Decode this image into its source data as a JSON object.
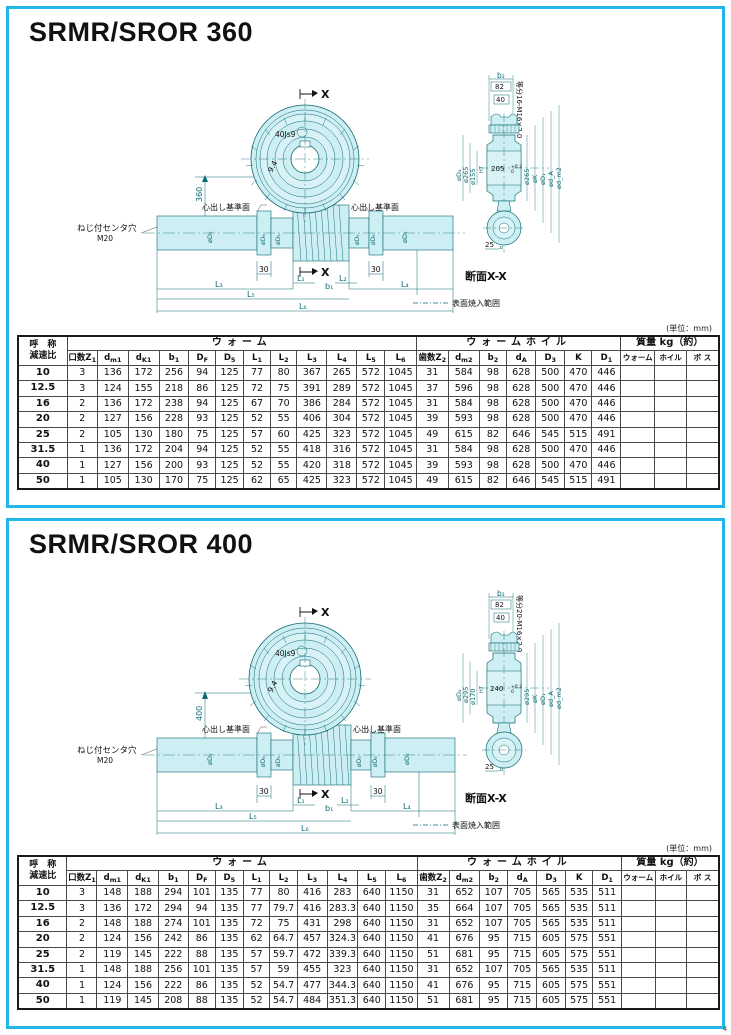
{
  "page": {
    "corner_mark": "4",
    "frame_color": "#23b4e8",
    "drawing_line_color": "#0b6b72",
    "drawing_fill_color": "#cdeef2"
  },
  "panels": [
    {
      "id": "srmr-360",
      "title": "SRMR/SROR 360",
      "unit_note": "(単位：mm)",
      "drawing": {
        "center_height_label": "360",
        "keyway_label": "40Js9",
        "key_depth_label": "9.4",
        "center_hole_note": "ねじ付センタ穴",
        "center_hole_size": "M20",
        "datum_label_left": "心出し基準面",
        "datum_label_right": "心出し基準面",
        "section_mark_top": "X",
        "section_mark_bottom": "X",
        "section_caption": "断面X-X",
        "hardening_note": "表面焼入範囲",
        "bolt_note": "等分16-M16×2.0",
        "dims": {
          "b2": "b₂",
          "b2_value": "82",
          "hub_width": "40",
          "bore_outer": "ø265",
          "bore_inner": "ø155",
          "hub_dia": "ø285",
          "wheel_od": "205",
          "boss_dim": "25",
          "phiD4": "øD₄",
          "phiD2": "øD₂",
          "phiK": "øK",
          "phiD1": "øD₁",
          "phidA": "ød_A",
          "phidm2": "ød_m2"
        },
        "shaft_dims": [
          "L₃",
          "L₁",
          "b₁",
          "L₂",
          "L₄",
          "L₅",
          "L₆",
          "30",
          "30"
        ],
        "shaft_dia_labels": [
          "øD₅",
          "øD₆",
          "øD₅"
        ]
      },
      "table": {
        "group_headers": {
          "name": "呼　称",
          "name2": "減速比",
          "worm": "ウォーム",
          "wheel": "ウォームホイル",
          "mass": "質量 kg（約）"
        },
        "columns_worm": [
          "口数Z₁",
          "d_m1",
          "d_K1",
          "b₁",
          "D_F",
          "D₅",
          "L₁",
          "L₂",
          "L₃",
          "L₄",
          "L₅",
          "L₆"
        ],
        "columns_wheel": [
          "歯数Z₂",
          "d_m2",
          "b₂",
          "d_A",
          "D₃",
          "K",
          "D₁"
        ],
        "columns_mass": [
          "ウォーム",
          "ホイル",
          "ボ ス"
        ],
        "rows": [
          {
            "ratio": "10",
            "worm": [
              "3",
              "136",
              "172",
              "256",
              "94",
              "125",
              "77",
              "80",
              "367",
              "265",
              "572",
              "1045"
            ],
            "wheel": [
              "31",
              "584",
              "98",
              "628",
              "500",
              "470",
              "446"
            ],
            "mass": [
              "",
              "",
              ""
            ]
          },
          {
            "ratio": "12.5",
            "worm": [
              "3",
              "124",
              "155",
              "218",
              "86",
              "125",
              "72",
              "75",
              "391",
              "289",
              "572",
              "1045"
            ],
            "wheel": [
              "37",
              "596",
              "98",
              "628",
              "500",
              "470",
              "446"
            ],
            "mass": [
              "",
              "",
              ""
            ]
          },
          {
            "ratio": "16",
            "worm": [
              "2",
              "136",
              "172",
              "238",
              "94",
              "125",
              "67",
              "70",
              "386",
              "284",
              "572",
              "1045"
            ],
            "wheel": [
              "31",
              "584",
              "98",
              "628",
              "500",
              "470",
              "446"
            ],
            "mass": [
              "",
              "",
              ""
            ]
          },
          {
            "ratio": "20",
            "worm": [
              "2",
              "127",
              "156",
              "228",
              "93",
              "125",
              "52",
              "55",
              "406",
              "304",
              "572",
              "1045"
            ],
            "wheel": [
              "39",
              "593",
              "98",
              "628",
              "500",
              "470",
              "446"
            ],
            "mass": [
              "",
              "",
              ""
            ]
          },
          {
            "ratio": "25",
            "worm": [
              "2",
              "105",
              "130",
              "180",
              "75",
              "125",
              "57",
              "60",
              "425",
              "323",
              "572",
              "1045"
            ],
            "wheel": [
              "49",
              "615",
              "82",
              "646",
              "545",
              "515",
              "491"
            ],
            "mass": [
              "",
              "",
              ""
            ]
          },
          {
            "ratio": "31.5",
            "worm": [
              "1",
              "136",
              "172",
              "204",
              "94",
              "125",
              "52",
              "55",
              "418",
              "316",
              "572",
              "1045"
            ],
            "wheel": [
              "31",
              "584",
              "98",
              "628",
              "500",
              "470",
              "446"
            ],
            "mass": [
              "",
              "",
              ""
            ]
          },
          {
            "ratio": "40",
            "worm": [
              "1",
              "127",
              "156",
              "200",
              "93",
              "125",
              "52",
              "55",
              "420",
              "318",
              "572",
              "1045"
            ],
            "wheel": [
              "39",
              "593",
              "98",
              "628",
              "500",
              "470",
              "446"
            ],
            "mass": [
              "",
              "",
              ""
            ]
          },
          {
            "ratio": "50",
            "worm": [
              "1",
              "105",
              "130",
              "170",
              "75",
              "125",
              "62",
              "65",
              "425",
              "323",
              "572",
              "1045"
            ],
            "wheel": [
              "49",
              "615",
              "82",
              "646",
              "545",
              "515",
              "491"
            ],
            "mass": [
              "",
              "",
              ""
            ]
          }
        ]
      }
    },
    {
      "id": "srmr-400",
      "title": "SRMR/SROR 400",
      "unit_note": "(単位：mm)",
      "drawing": {
        "center_height_label": "400",
        "keyway_label": "40Js9",
        "key_depth_label": "9.4",
        "center_hole_note": "ねじ付センタ穴",
        "center_hole_size": "M20",
        "datum_label_left": "心出し基準面",
        "datum_label_right": "心出し基準面",
        "section_mark_top": "X",
        "section_mark_bottom": "X",
        "section_caption": "断面X-X",
        "hardening_note": "表面焼入範囲",
        "bolt_note": "等分20-M16×2.0",
        "dims": {
          "b2": "b₂",
          "b2_value": "82",
          "hub_width": "40",
          "bore_outer": "ø295",
          "bore_inner": "ø170",
          "hub_dia": "ø295",
          "wheel_od": "240",
          "boss_dim": "25",
          "phiD4": "øD₄",
          "phiD2": "øD₂",
          "phiK": "øK",
          "phiD1": "øD₁",
          "phidA": "ød_A",
          "phidm2": "ød_m2"
        },
        "shaft_dims": [
          "L₃",
          "L₁",
          "b₁",
          "L₂",
          "L₄",
          "L₅",
          "L₆",
          "30",
          "30"
        ],
        "shaft_dia_labels": [
          "øD₅",
          "øD₆",
          "øD₅"
        ]
      },
      "table": {
        "group_headers": {
          "name": "呼　称",
          "name2": "減速比",
          "worm": "ウォーム",
          "wheel": "ウォームホイル",
          "mass": "質量 kg（約）"
        },
        "columns_worm": [
          "口数Z₁",
          "d_m1",
          "d_K1",
          "b₁",
          "D_F",
          "D₅",
          "L₁",
          "L₂",
          "L₃",
          "L₄",
          "L₅",
          "L₆"
        ],
        "columns_wheel": [
          "歯数Z₂",
          "d_m2",
          "b₂",
          "d_A",
          "D₃",
          "K",
          "D₁"
        ],
        "columns_mass": [
          "ウォーム",
          "ホイル",
          "ボ ス"
        ],
        "rows": [
          {
            "ratio": "10",
            "worm": [
              "3",
              "148",
              "188",
              "294",
              "101",
              "135",
              "77",
              "80",
              "416",
              "283",
              "640",
              "1150"
            ],
            "wheel": [
              "31",
              "652",
              "107",
              "705",
              "565",
              "535",
              "511"
            ],
            "mass": [
              "",
              "",
              ""
            ]
          },
          {
            "ratio": "12.5",
            "worm": [
              "3",
              "136",
              "172",
              "294",
              "94",
              "135",
              "77",
              "79.7",
              "416",
              "283.3",
              "640",
              "1150"
            ],
            "wheel": [
              "35",
              "664",
              "107",
              "705",
              "565",
              "535",
              "511"
            ],
            "mass": [
              "",
              "",
              ""
            ]
          },
          {
            "ratio": "16",
            "worm": [
              "2",
              "148",
              "188",
              "274",
              "101",
              "135",
              "72",
              "75",
              "431",
              "298",
              "640",
              "1150"
            ],
            "wheel": [
              "31",
              "652",
              "107",
              "705",
              "565",
              "535",
              "511"
            ],
            "mass": [
              "",
              "",
              ""
            ]
          },
          {
            "ratio": "20",
            "worm": [
              "2",
              "124",
              "156",
              "242",
              "86",
              "135",
              "62",
              "64.7",
              "457",
              "324.3",
              "640",
              "1150"
            ],
            "wheel": [
              "41",
              "676",
              "95",
              "715",
              "605",
              "575",
              "551"
            ],
            "mass": [
              "",
              "",
              ""
            ]
          },
          {
            "ratio": "25",
            "worm": [
              "2",
              "119",
              "145",
              "222",
              "88",
              "135",
              "57",
              "59.7",
              "472",
              "339.3",
              "640",
              "1150"
            ],
            "wheel": [
              "51",
              "681",
              "95",
              "715",
              "605",
              "575",
              "551"
            ],
            "mass": [
              "",
              "",
              ""
            ]
          },
          {
            "ratio": "31.5",
            "worm": [
              "1",
              "148",
              "188",
              "256",
              "101",
              "135",
              "57",
              "59",
              "455",
              "323",
              "640",
              "1150"
            ],
            "wheel": [
              "31",
              "652",
              "107",
              "705",
              "565",
              "535",
              "511"
            ],
            "mass": [
              "",
              "",
              ""
            ]
          },
          {
            "ratio": "40",
            "worm": [
              "1",
              "124",
              "156",
              "222",
              "86",
              "135",
              "52",
              "54.7",
              "477",
              "344.3",
              "640",
              "1150"
            ],
            "wheel": [
              "41",
              "676",
              "95",
              "715",
              "605",
              "575",
              "551"
            ],
            "mass": [
              "",
              "",
              ""
            ]
          },
          {
            "ratio": "50",
            "worm": [
              "1",
              "119",
              "145",
              "208",
              "88",
              "135",
              "52",
              "54.7",
              "484",
              "351.3",
              "640",
              "1150"
            ],
            "wheel": [
              "51",
              "681",
              "95",
              "715",
              "605",
              "575",
              "551"
            ],
            "mass": [
              "",
              "",
              ""
            ]
          }
        ]
      }
    }
  ]
}
